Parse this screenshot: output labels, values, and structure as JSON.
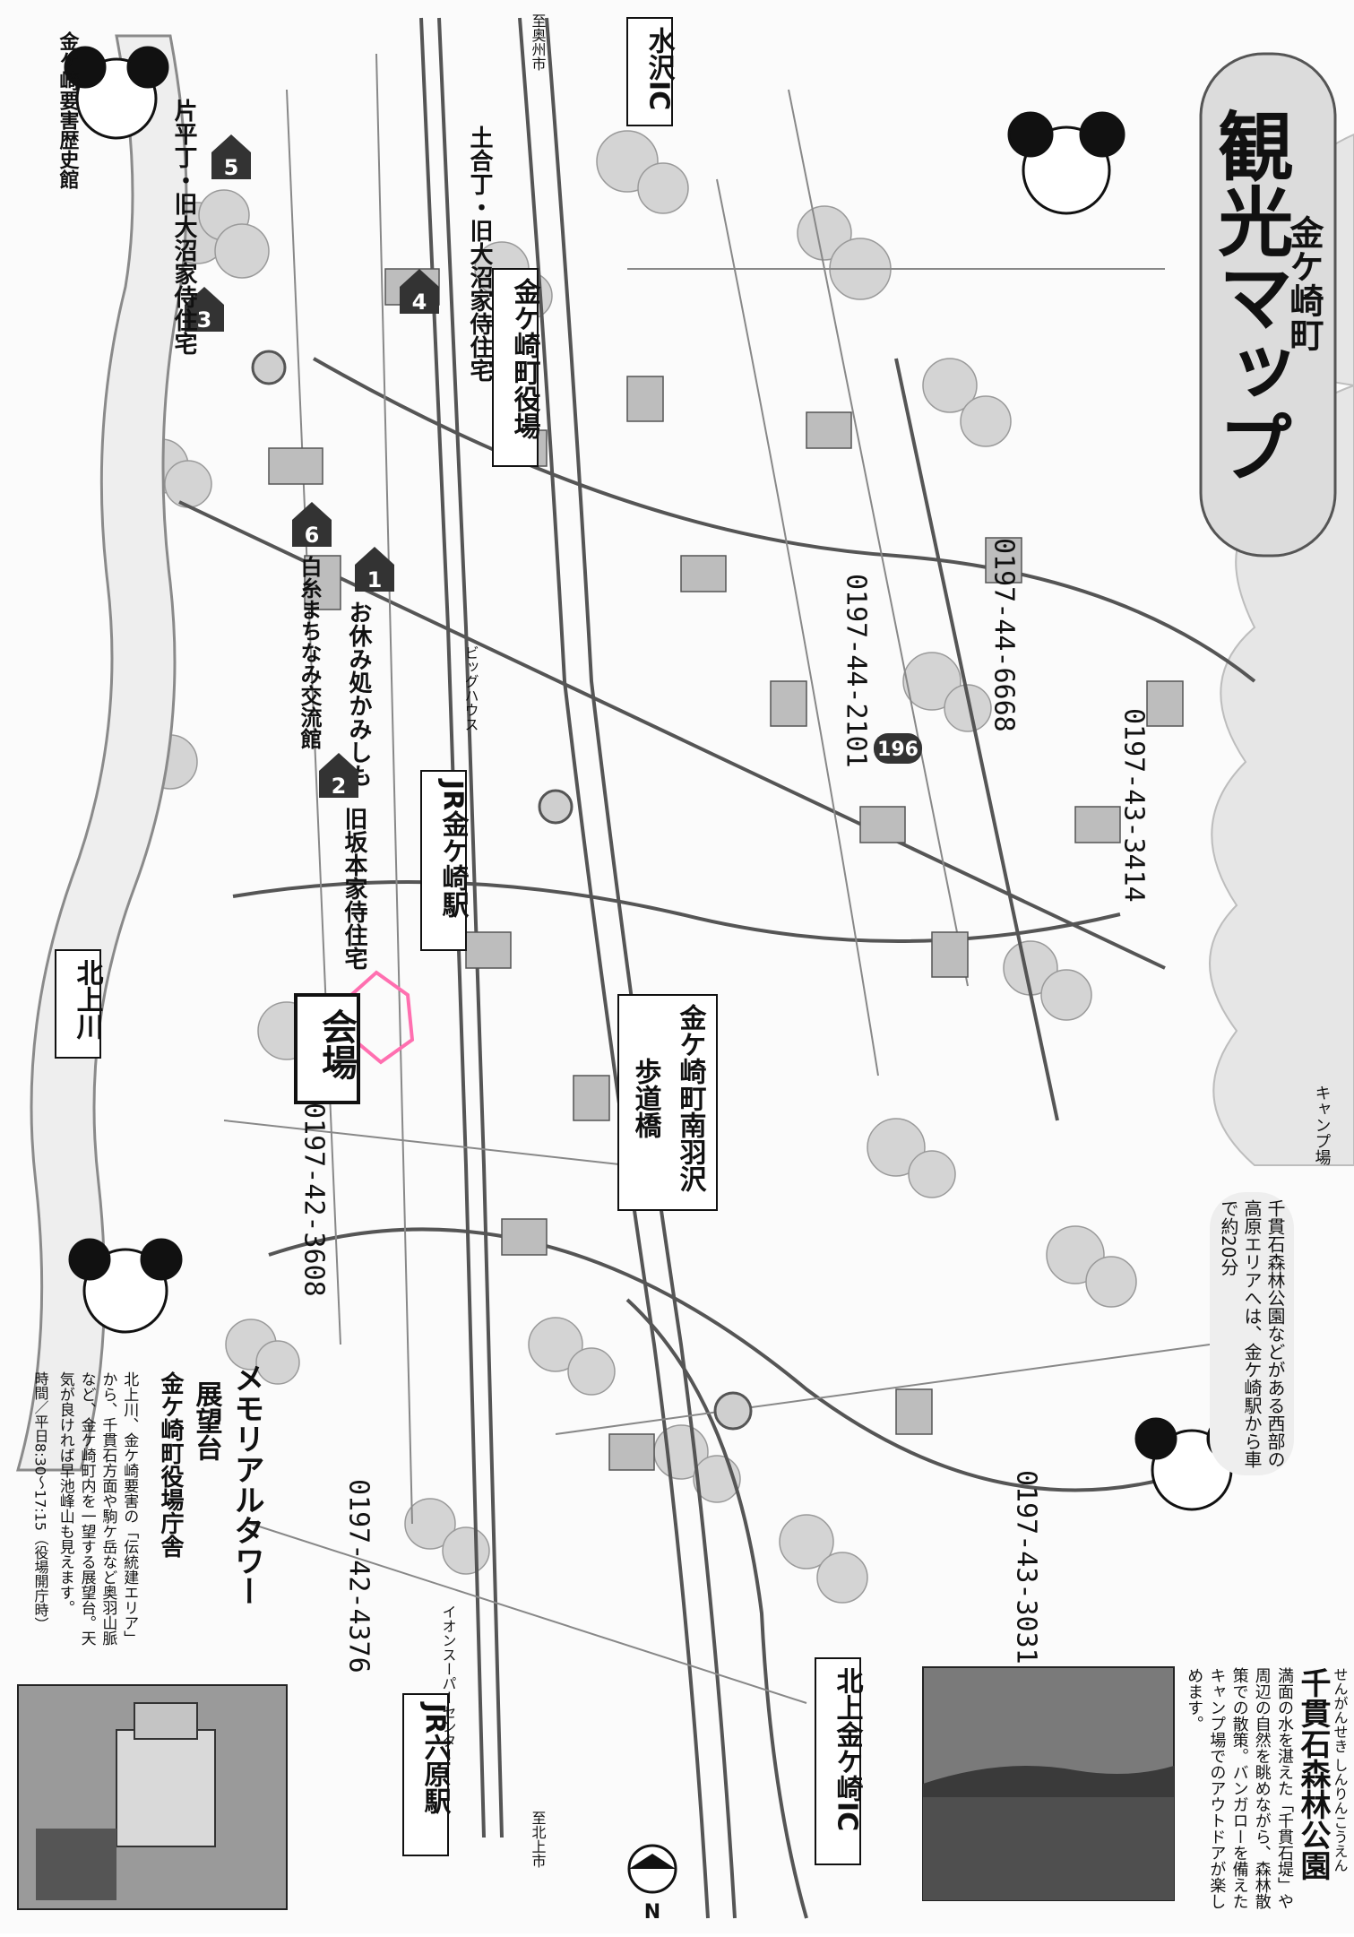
{
  "header": {
    "town": "金ケ崎町",
    "title": "観光マップ"
  },
  "compass": {
    "north": "N"
  },
  "highlight_color": "#ff6fb0",
  "roads": {
    "route_196": "196"
  },
  "labels": {
    "mizusawa_ic": "水沢IC",
    "kitakami_ic": "北上金ケ崎IC",
    "jr_kanegasaki": "JR金ケ崎駅",
    "jr_rokuhara": "JR六原駅",
    "town_hall": "金ケ崎町役場",
    "kitakami_river": "北上川",
    "venue": "会場",
    "footbridge_1": "金ケ崎町南羽沢",
    "footbridge_2": "歩道橋",
    "ohshu_city": "至奥州市",
    "kitakami_city": "至北上市",
    "camp": "キャンプ場",
    "big_house": "ビッグハウス",
    "aeon": "イオンスーパーセンター"
  },
  "phones": {
    "venue": "0197-42-3608",
    "center_a": "0197-44-2101",
    "center_b": "0197-44-6668",
    "center_c": "0197-43-3414",
    "center_d": "0197-43-3031",
    "center_e": "0197-42-4376"
  },
  "markers": [
    {
      "n": "1",
      "name": "お休み処かみしも"
    },
    {
      "n": "2",
      "name": "旧坂本家侍住宅"
    },
    {
      "n": "3",
      "name": "片平丁・旧大沼家侍住宅"
    },
    {
      "n": "4",
      "name": "土合丁・旧大沼家侍住宅"
    },
    {
      "n": "5",
      "name": "金ケ崎要害歴史館"
    },
    {
      "n": "6",
      "name": "白糸まちなみ交流館"
    }
  ],
  "senganseki": {
    "reading": "せんがんせき しんりんこうえん",
    "title": "千貫石森林公園",
    "desc": "満面の水を湛えた「千貫石堤」や周辺の自然を眺めながら、森林散策での散策。バンガローを備えたキャンプ場でのアウトドアが楽しめます。",
    "note": "千貫石森林公園などがある西部の高原エリアへは、金ケ崎駅から車で約20分"
  },
  "memorial": {
    "title": "メモリアルタワー",
    "subtitle": "展望台",
    "place": "金ケ崎町役場庁舎",
    "desc": "北上川、金ケ崎要害の「伝統建エリア」から、千貫石方面や駒ケ岳など奥羽山脈など、金ケ崎町内を一望する展望台。天気が良ければ早池峰山も見えます。",
    "hours": "時間／平日8:30～17:15（役場開庁時）"
  }
}
